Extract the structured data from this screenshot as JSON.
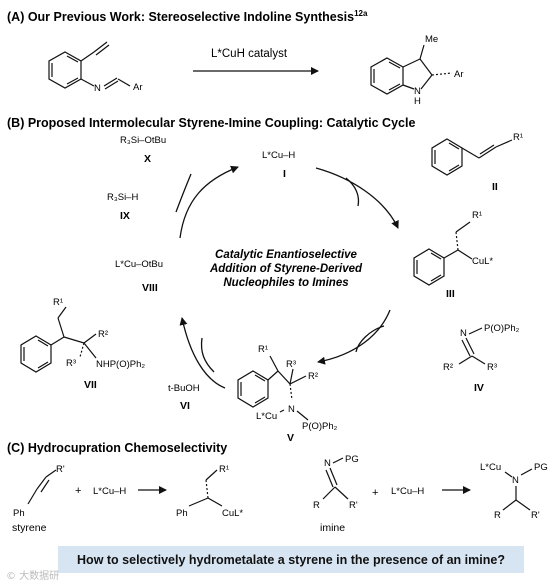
{
  "section_a": {
    "title": "(A) Our Previous Work: Stereoselective Indoline Synthesis",
    "ref": "12a",
    "catalyst": "L*CuH catalyst",
    "product_me": "Me",
    "product_ar": "Ar",
    "product_nh": "N",
    "product_h": "H",
    "reactant_n": "N",
    "reactant_ar": "Ar"
  },
  "section_b": {
    "title": "(B) Proposed Intermolecular Styrene-Imine Coupling: Catalytic Cycle",
    "center_line1": "Catalytic Enantioselective",
    "center_line2": "Addition of Styrene-Derived",
    "center_line3": "Nucleophiles to Imines",
    "species": {
      "I_formula": "L*Cu–H",
      "I": "I",
      "II_r1": "R¹",
      "II": "II",
      "III_r1": "R¹",
      "III_cu": "CuL*",
      "III": "III",
      "IV_n": "N",
      "IV_p": "P(O)Ph₂",
      "IV_r2": "R²",
      "IV_r3": "R³",
      "IV": "IV",
      "V_r1": "R¹",
      "V_r2": "R²",
      "V_r3": "R³",
      "V_cu": "L*Cu",
      "V_n": "N",
      "V_p": "P(O)Ph₂",
      "V": "V",
      "VI_formula": "t-BuOH",
      "VI": "VI",
      "VII_r1": "R¹",
      "VII_r2": "R²",
      "VII_r3": "R³",
      "VII_nh": "NHP(O)Ph₂",
      "VII": "VII",
      "VIII_formula": "L*Cu–OtBu",
      "VIII": "VIII",
      "IX_formula": "R₃Si–H",
      "IX": "IX",
      "X_formula": "R₃Si–OtBu",
      "X": "X"
    }
  },
  "section_c": {
    "title": "(C) Hydrocupration Chemoselectivity",
    "styrene_r": "R'",
    "styrene_ph": "Ph",
    "styrene_label": "styrene",
    "plus1": "+",
    "cuh1": "L*Cu–H",
    "prod1_r1": "R¹",
    "prod1_ph": "Ph",
    "prod1_cu": "CuL*",
    "imine_n": "N",
    "imine_pg": "PG",
    "imine_r": "R",
    "imine_rp": "R'",
    "imine_label": "imine",
    "plus2": "+",
    "cuh2": "L*Cu–H",
    "prod2_cu": "L*Cu",
    "prod2_n": "N",
    "prod2_pg": "PG",
    "prod2_r": "R",
    "prod2_rp": "R'"
  },
  "question": "How to selectively hydrometalate a styrene in the presence of an imine?",
  "watermark": "© 大数据研",
  "colors": {
    "question_bg": "#d7e5f3",
    "ink": "#111111"
  }
}
